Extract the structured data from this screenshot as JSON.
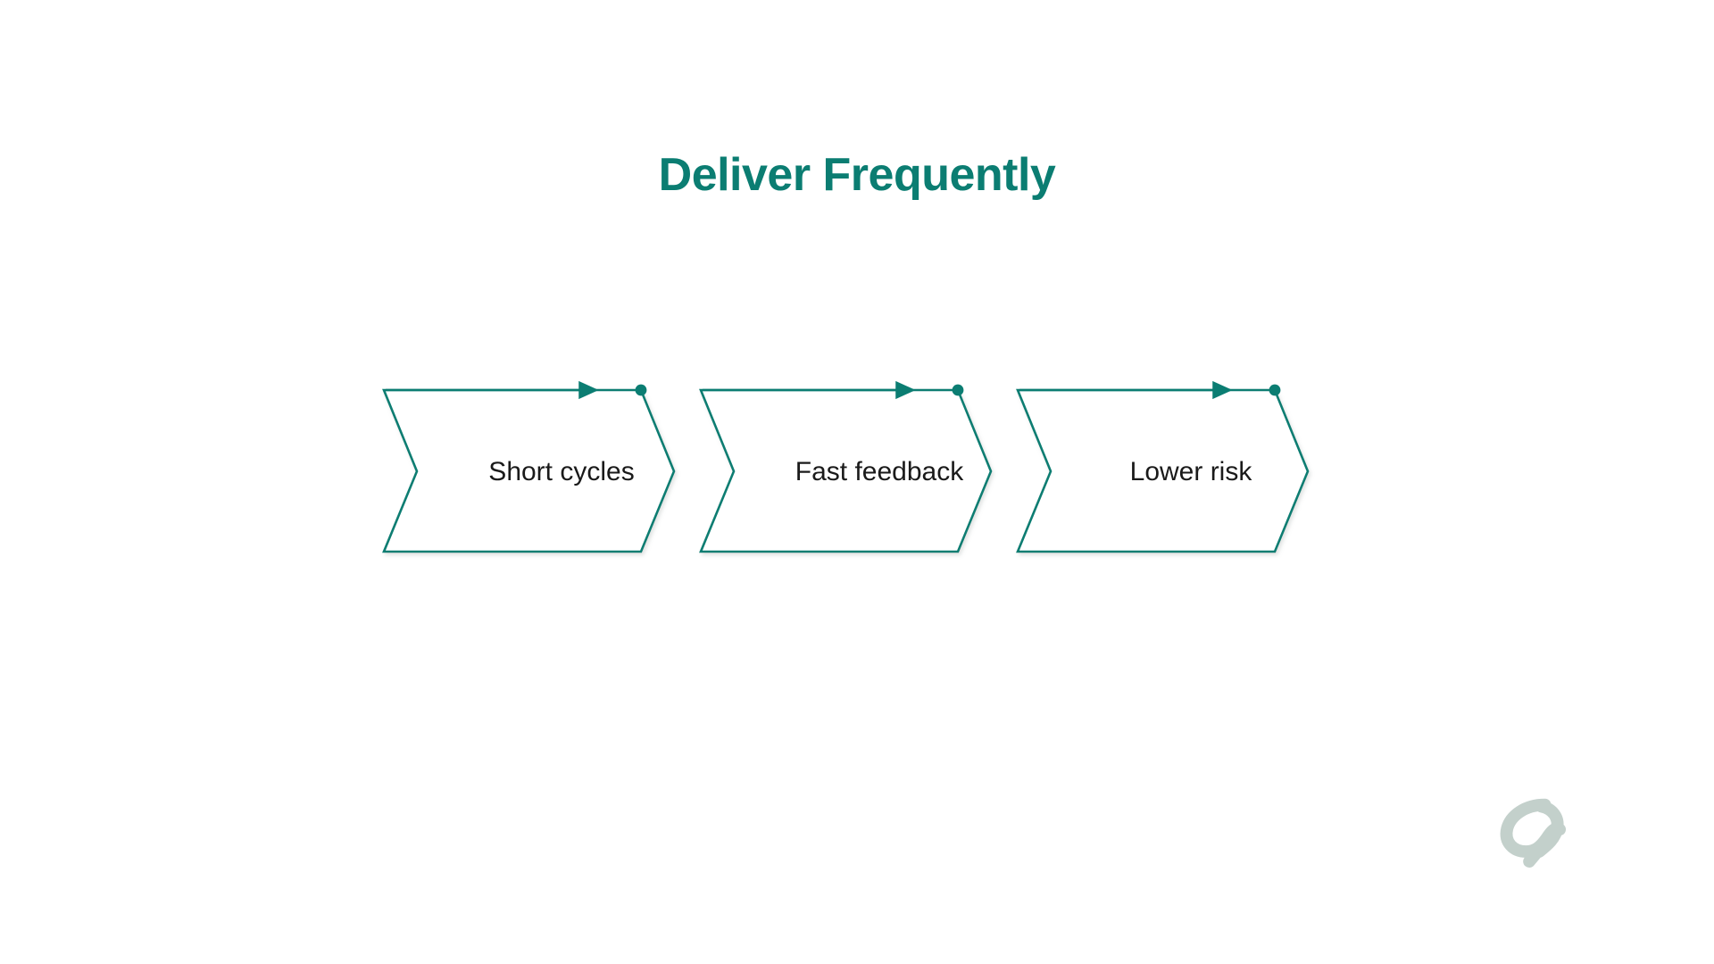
{
  "slide": {
    "title": "Deliver Frequently",
    "background_color": "#ffffff",
    "accent_color": "#0b7d72",
    "label_color": "#1a1a1a",
    "watermark_color": "#c3d0cb"
  },
  "diagram": {
    "type": "chevron-process-flow",
    "direction": "left-to-right",
    "step_count": 3,
    "steps": [
      {
        "index": 1,
        "label": "Short cycles",
        "arrow_icon": "arrow-right-icon",
        "marker_icon": "dot-marker-icon"
      },
      {
        "index": 2,
        "label": "Fast feedback",
        "arrow_icon": "arrow-right-icon",
        "marker_icon": "dot-marker-icon"
      },
      {
        "index": 3,
        "label": "Lower risk",
        "arrow_icon": "arrow-right-icon",
        "marker_icon": "dot-marker-icon"
      }
    ]
  },
  "watermark": {
    "icon": "ribbon-s-logo-icon",
    "color": "#c3d0cb"
  }
}
